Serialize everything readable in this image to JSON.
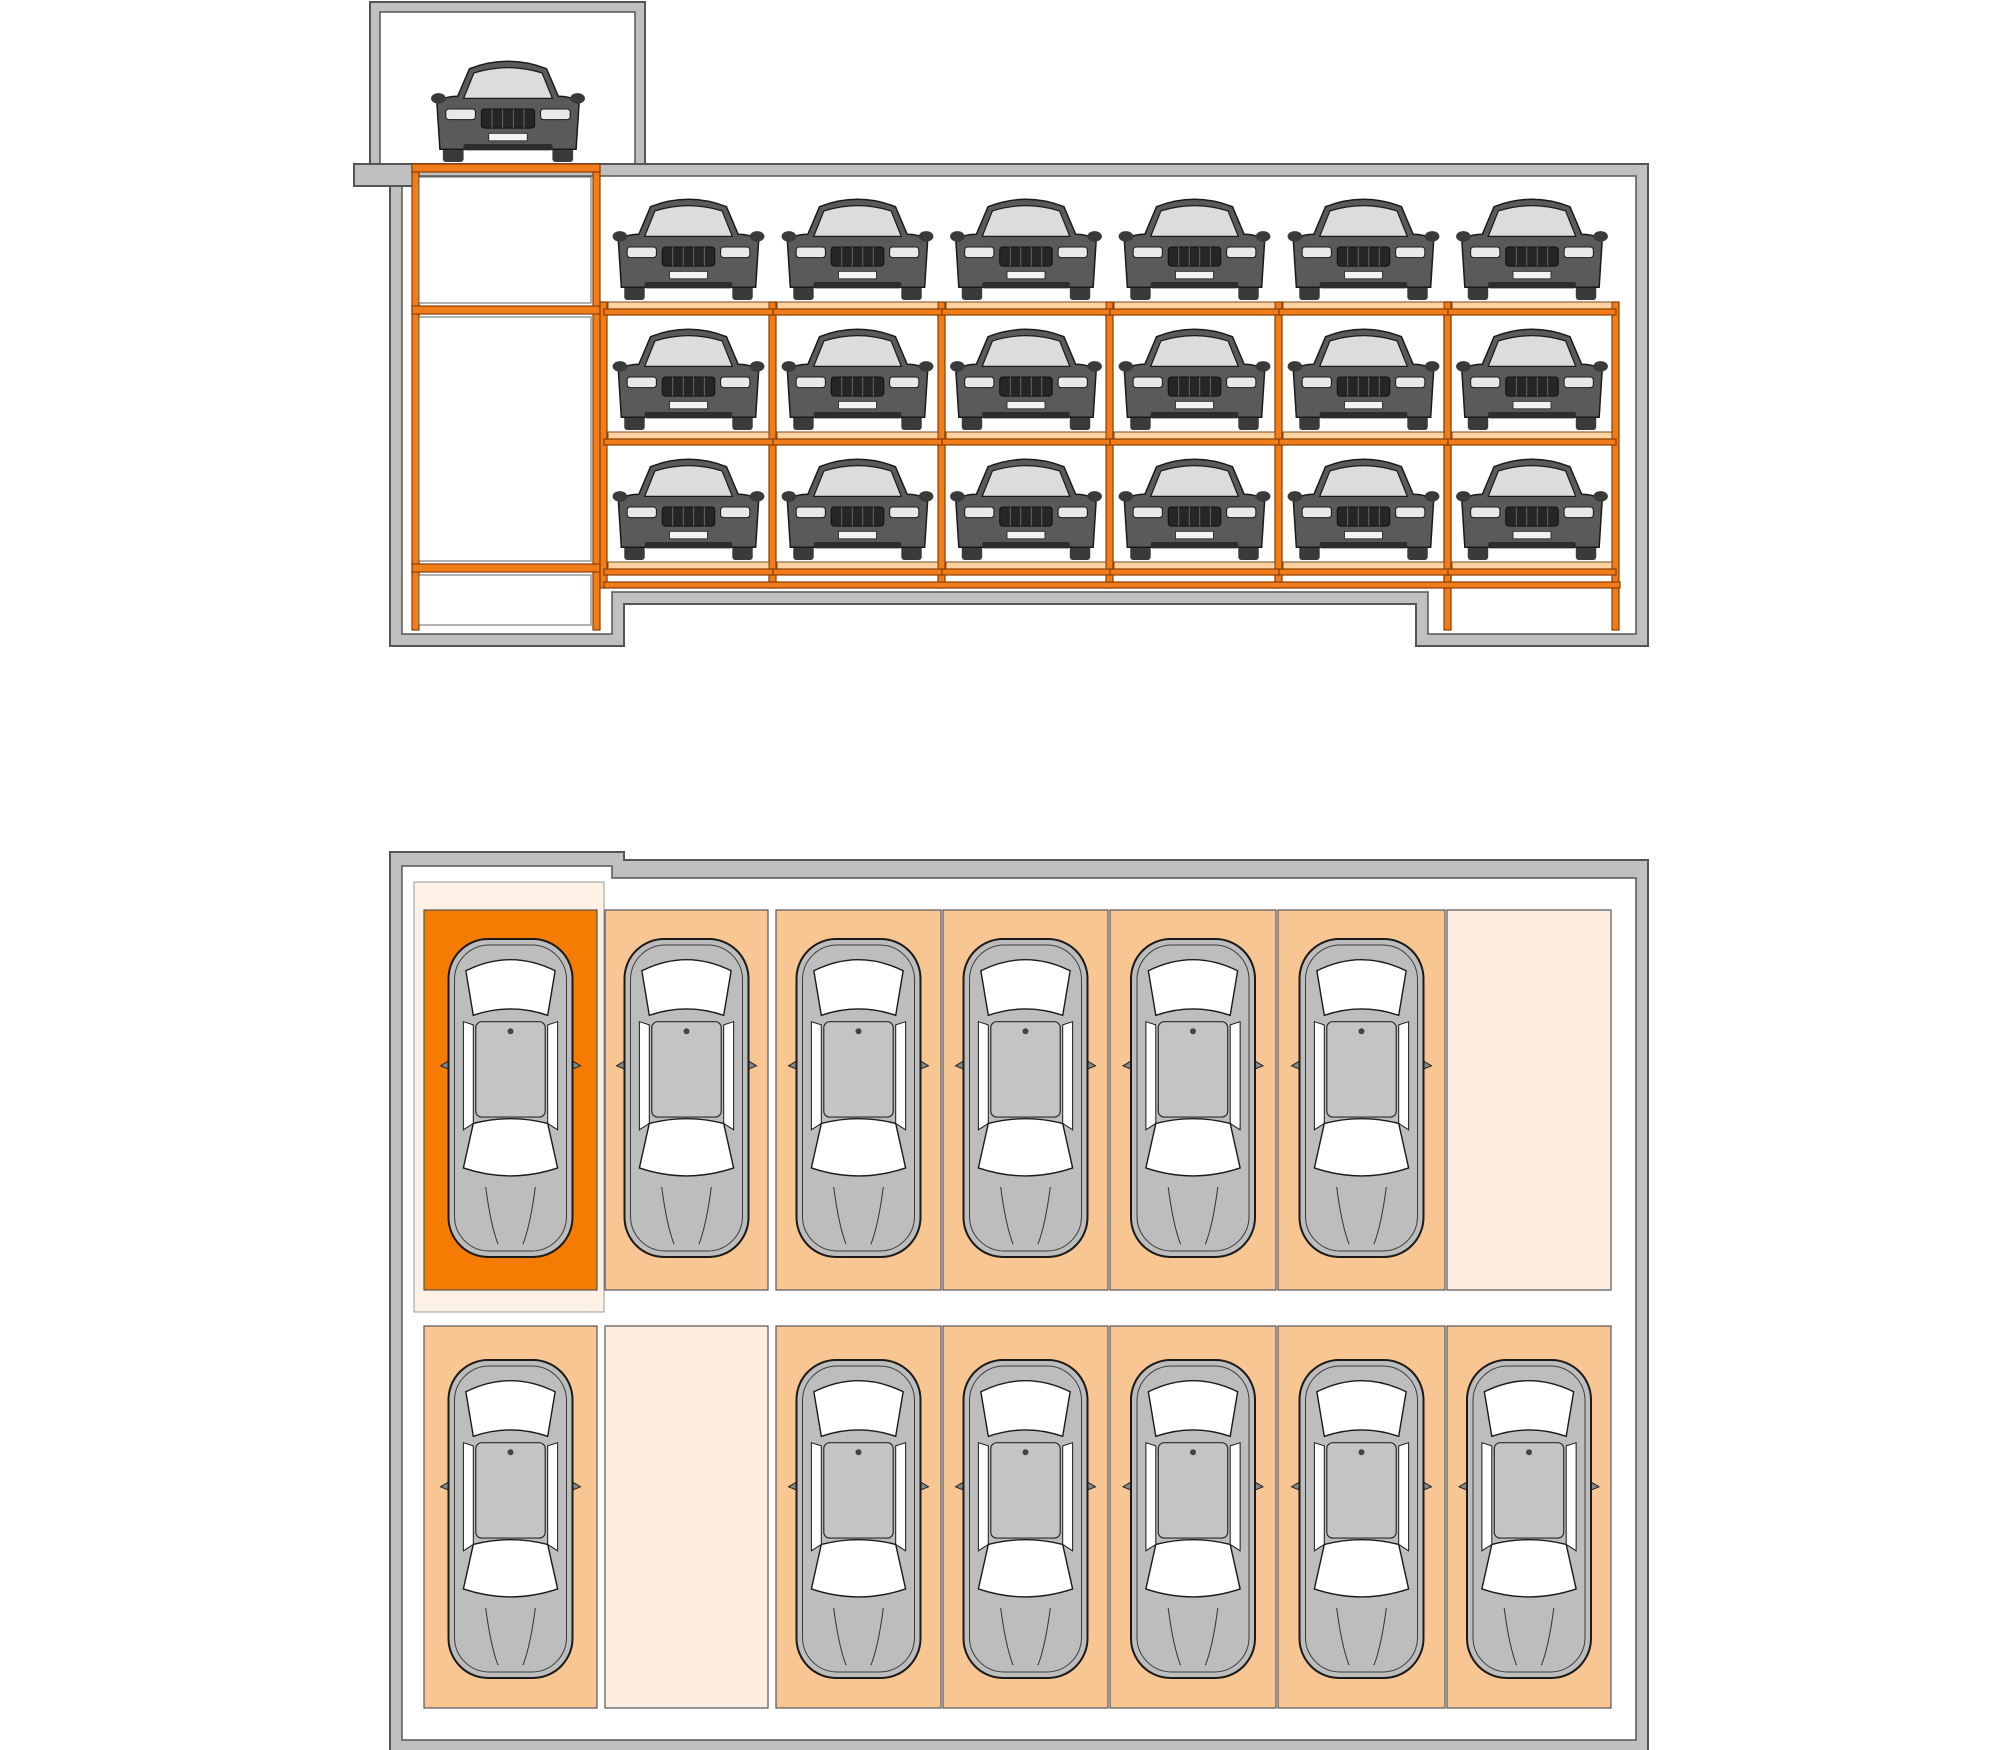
{
  "diagram": {
    "views": [
      {
        "id": "elevation",
        "view": "side-elevation",
        "cabin_occupied": true,
        "levels": 3,
        "columns": 6,
        "occupied": [
          [
            true,
            true,
            true,
            true,
            true,
            true
          ],
          [
            true,
            true,
            true,
            true,
            true,
            true
          ],
          [
            true,
            true,
            true,
            true,
            true,
            true
          ]
        ]
      },
      {
        "id": "plan",
        "view": "top-plan",
        "rows": [
          [
            "selected",
            "occupied",
            "occupied",
            "occupied",
            "occupied",
            "occupied",
            "empty"
          ],
          [
            "occupied",
            "empty",
            "occupied",
            "occupied",
            "occupied",
            "occupied",
            "occupied"
          ]
        ]
      }
    ],
    "colors": {
      "wall": "#c0c0c0",
      "wall_outline": "#555555",
      "frame": "#f07c1a",
      "frame_dark": "#8a3e00",
      "slot_occupied": "#f8c693",
      "slot_empty": "#fdece0",
      "slot_selected": "#f57c00",
      "car_body": "#bdbdbd",
      "car_dark": "#3a3a3a",
      "glass": "#ffffff"
    }
  }
}
